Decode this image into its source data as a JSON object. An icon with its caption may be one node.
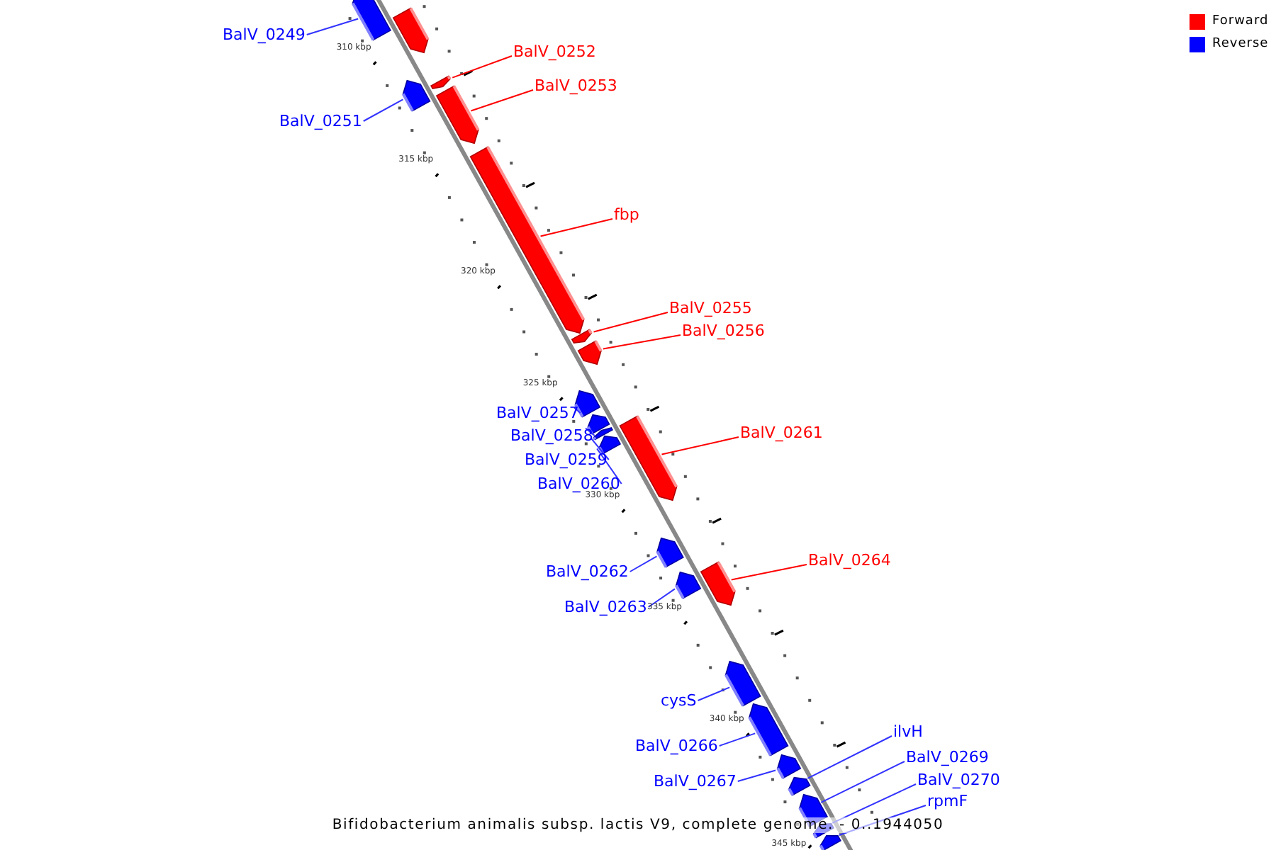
{
  "diagram": {
    "caption": "Bifidobacterium animalis subsp. lactis V9, complete genome. - 0..1944050",
    "nodes": [
      {
        "text": [
          "BalV_0249"
        ]
      },
      {
        "text": [],
        "shape": "bar"
      },
      {
        "text": [],
        "shape": "bar"
      },
      {
        "text": [
          "BalV_0252"
        ]
      },
      {
        "text": [],
        "shape": "bar"
      },
      {
        "text": [
          "BalV_0253"
        ]
      },
      {
        "text": [],
        "shape": "bar"
      },
      {
        "text": [
          "BalV_0251"
        ]
      },
      {
        "text": [],
        "shape": "bar"
      },
      {
        "text": [
          "fbp"
        ]
      },
      {
        "text": [],
        "shape": "bar"
      },
      {
        "text": [
          "BalV_0255"
        ]
      },
      {
        "text": [],
        "shape": "bar"
      },
      {
        "text": [
          "BalV_0256"
        ]
      },
      {
        "text": [],
        "shape": "bar"
      },
      {
        "text": [
          "BalV_0257"
        ]
      },
      {
        "text": [],
        "shape": "bar"
      },
      {
        "text": [
          "BalV_0258"
        ]
      },
      {
        "text": [],
        "shape": "bar"
      },
      {
        "text": [
          "BalV_0259"
        ]
      },
      {
        "text": [],
        "shape": "bar"
      },
      {
        "text": [
          "BalV_0260"
        ]
      },
      {
        "text": [],
        "shape": "bar"
      },
      {
        "text": [
          "BalV_0261"
        ]
      },
      {
        "text": [],
        "shape": "bar"
      },
      {
        "text": [
          "BalV_0262"
        ]
      },
      {
        "text": [],
        "shape": "bar"
      },
      {
        "text": [
          "BalV_0264"
        ]
      },
      {
        "text": [],
        "shape": "bar"
      },
      {
        "text": [
          "BalV_0263"
        ]
      },
      {
        "text": [],
        "shape": "bar"
      },
      {
        "text": [
          "cysS"
        ]
      },
      {
        "text": [],
        "shape": "bar"
      },
      {
        "text": [
          "BalV_0266"
        ]
      },
      {
        "text": [],
        "shape": "bar"
      },
      {
        "text": [
          "BalV_0267"
        ]
      },
      {
        "text": [],
        "shape": "bar"
      },
      {
        "text": [
          "ilvH"
        ]
      },
      {
        "text": [],
        "shape": "bar"
      },
      {
        "text": [
          "BalV_0269"
        ]
      },
      {
        "text": [],
        "shape": "bar"
      },
      {
        "text": [
          "BalV_0270"
        ]
      },
      {
        "text": [],
        "shape": "bar"
      },
      {
        "text": [
          "rpmF"
        ]
      },
      {
        "text": [],
        "shape": "bar"
      }
    ],
    "edges": [
      {
        "from": 0,
        "to": 1,
        "arrow": "none"
      },
      {
        "from": 3,
        "to": 4,
        "arrow": "none",
        "color": "#ff0000"
      },
      {
        "from": 5,
        "to": 6,
        "arrow": "none",
        "color": "#ff0000"
      },
      {
        "from": 7,
        "to": 8,
        "arrow": "none"
      },
      {
        "from": 9,
        "to": 10,
        "arrow": "none",
        "color": "#ff0000"
      },
      {
        "from": 11,
        "to": 12,
        "arrow": "none",
        "color": "#ff0000"
      },
      {
        "from": 13,
        "to": 14,
        "arrow": "none",
        "color": "#ff0000"
      },
      {
        "from": 15,
        "to": 16,
        "arrow": "none"
      },
      {
        "from": 17,
        "to": 18,
        "arrow": "none"
      },
      {
        "from": 19,
        "to": 20,
        "arrow": "none"
      },
      {
        "from": 21,
        "to": 22,
        "arrow": "none"
      },
      {
        "from": 23,
        "to": 24,
        "arrow": "none",
        "color": "#ff0000"
      },
      {
        "from": 25,
        "to": 26,
        "arrow": "none"
      },
      {
        "from": 27,
        "to": 28,
        "arrow": "none",
        "color": "#ff0000"
      },
      {
        "from": 29,
        "to": 30,
        "arrow": "none"
      },
      {
        "from": 31,
        "to": 32,
        "arrow": "none"
      },
      {
        "from": 33,
        "to": 34,
        "arrow": "none"
      },
      {
        "from": 35,
        "to": 36,
        "arrow": "none"
      },
      {
        "from": 37,
        "to": 38,
        "arrow": "none"
      },
      {
        "from": 39,
        "to": 40,
        "arrow": "none"
      },
      {
        "from": 41,
        "to": 42,
        "arrow": "none"
      },
      {
        "from": 43,
        "to": 44,
        "arrow": "none"
      }
    ],
    "labels": [
      "310 kbp",
      "315 kbp",
      "320 kbp",
      "325 kbp",
      "330 kbp",
      "335 kbp",
      "340 kbp",
      "345 kbp"
    ],
    "legend": [
      {
        "text": "Forward",
        "color": "#ff0000"
      },
      {
        "text": "Reverse",
        "color": "#0000ff"
      }
    ]
  }
}
